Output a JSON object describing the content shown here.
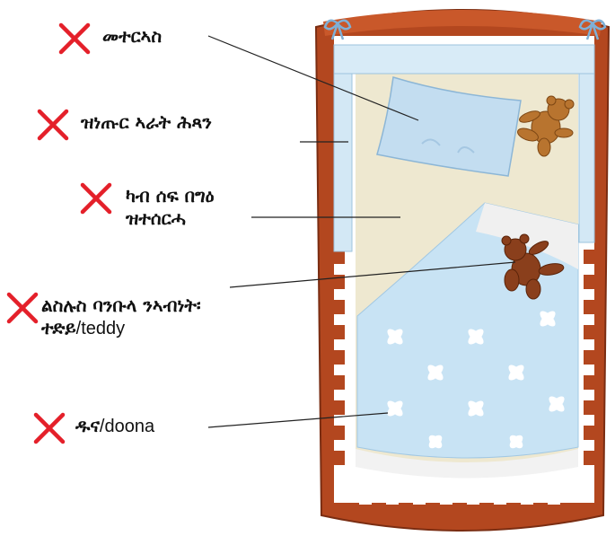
{
  "labels": {
    "mattress": "መተርኣስ",
    "cot_bars": "ዝነጡር ኣራት ሕጻን",
    "sheet_line1": "ካብ ሰፍ በግዕ",
    "sheet_line2": "ዝተሰርሓ",
    "teddy_line1": "ልስሉስ ባንቡላ ንኣብነት፡",
    "teddy_line2_amharic": "ተድይ",
    "teddy_line2_latin": "/teddy",
    "doona_amharic": "ዱና",
    "doona_latin": "/doona"
  },
  "colors": {
    "cross": "#e4202a",
    "wood": "#b3471f",
    "bumper": "#d3e8f5",
    "duvet": "#c8e3f4",
    "sheet": "#eee8d0"
  },
  "icons": [
    "cross-icon",
    "teddy-bear-icon",
    "flower-pattern-icon",
    "ribbon-bow-icon"
  ]
}
